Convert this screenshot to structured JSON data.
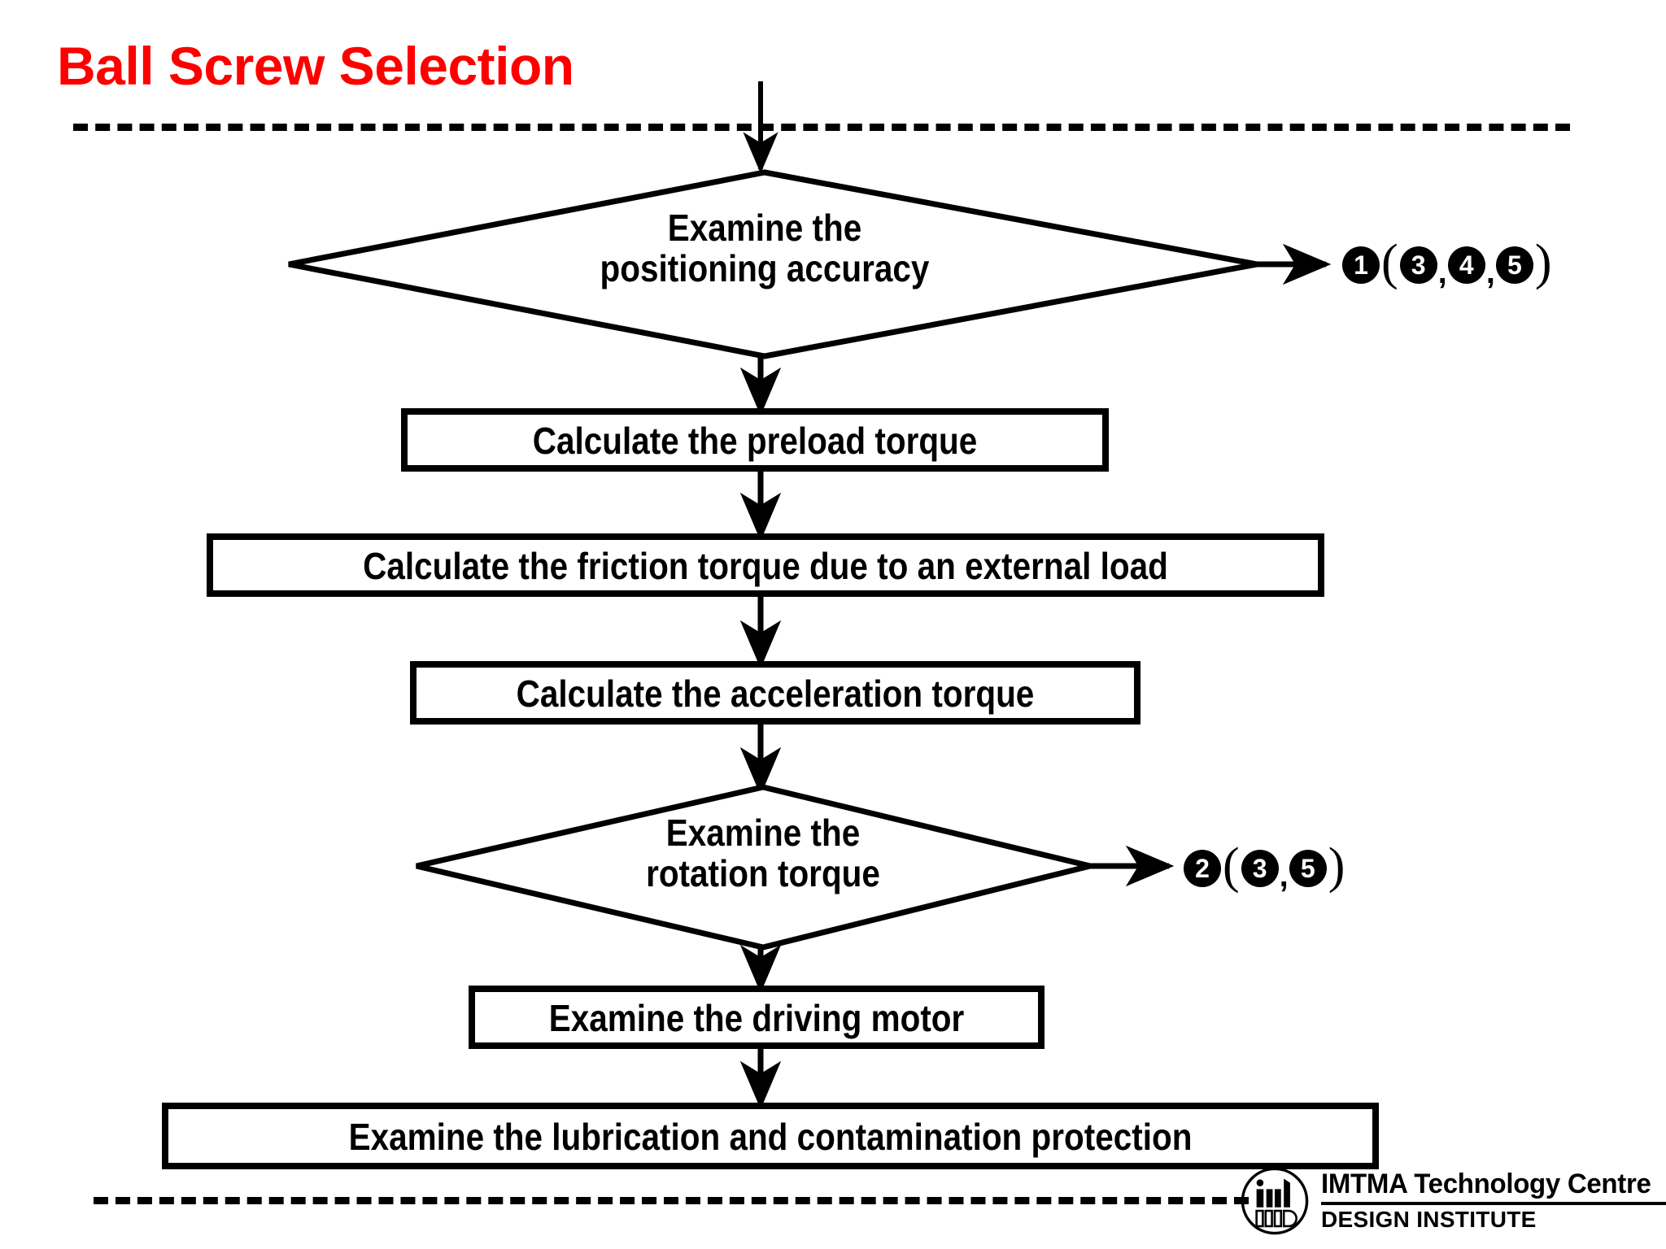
{
  "slide": {
    "title": "Ball Screw Selection",
    "title_color": "#ff0000",
    "background_color": "#ffffff",
    "line_color": "#000000"
  },
  "flow": {
    "nodes": [
      {
        "id": "examine-positioning-accuracy",
        "shape": "diamond",
        "line1": "Examine the",
        "line2": "positioning accuracy"
      },
      {
        "id": "calculate-preload-torque",
        "shape": "box",
        "label": "Calculate the preload torque"
      },
      {
        "id": "calculate-friction-torque",
        "shape": "box",
        "label": "Calculate the friction torque due to an external load"
      },
      {
        "id": "calculate-acceleration-torque",
        "shape": "box",
        "label": "Calculate the acceleration torque"
      },
      {
        "id": "examine-rotation-torque",
        "shape": "diamond",
        "line1": "Examine the",
        "line2": "rotation torque"
      },
      {
        "id": "examine-driving-motor",
        "shape": "box",
        "label": "Examine the driving motor"
      },
      {
        "id": "examine-lubrication",
        "shape": "box",
        "label": "Examine the lubrication and contamination protection"
      }
    ],
    "annotations": [
      {
        "id": "annotation-positioning-accuracy",
        "primary": "1",
        "open_paren": "(",
        "refs": [
          "3",
          "4",
          "5"
        ],
        "separator": ",",
        "close_paren": ")"
      },
      {
        "id": "annotation-rotation-torque",
        "primary": "2",
        "open_paren": "(",
        "refs": [
          "3",
          "5"
        ],
        "separator": ",",
        "close_paren": ")"
      }
    ]
  },
  "footer": {
    "line1": "IMTMA Technology Centre",
    "line2": "DESIGN INSTITUTE",
    "logo_text": "imt"
  }
}
